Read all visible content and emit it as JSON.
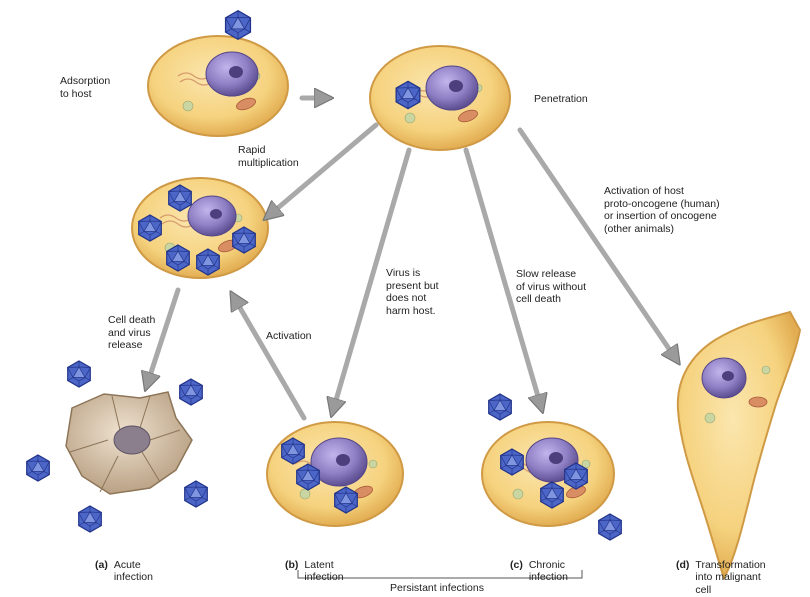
{
  "labels": {
    "adsorption": "Adsorption\nto host",
    "penetration": "Penetration",
    "rapid": "Rapid\nmultiplication",
    "activation_host": "Activation of host\nproto-oncogene (human)\nor insertion of oncogene\n(other animals)",
    "virus_present": "Virus is\npresent but\ndoes not\nharm host.",
    "slow_release": "Slow release\nof virus without\ncell death",
    "cell_death": "Cell death\nand virus\nrelease",
    "activation": "Activation",
    "persistent": "Persistant infections"
  },
  "captions": [
    {
      "letter": "(a)",
      "text": "Acute\ninfection"
    },
    {
      "letter": "(b)",
      "text": "Latent\ninfection"
    },
    {
      "letter": "(c)",
      "text": "Chronic\ninfection"
    },
    {
      "letter": "(d)",
      "text": "Transformation\ninto malignant\ncell"
    }
  ],
  "colors": {
    "cytoplasm": "#f6d68a",
    "membrane": "#d9a548",
    "nucleus": "#8f7fc4",
    "virus": "#3a56b8",
    "arrow": "#a9a9a9"
  }
}
